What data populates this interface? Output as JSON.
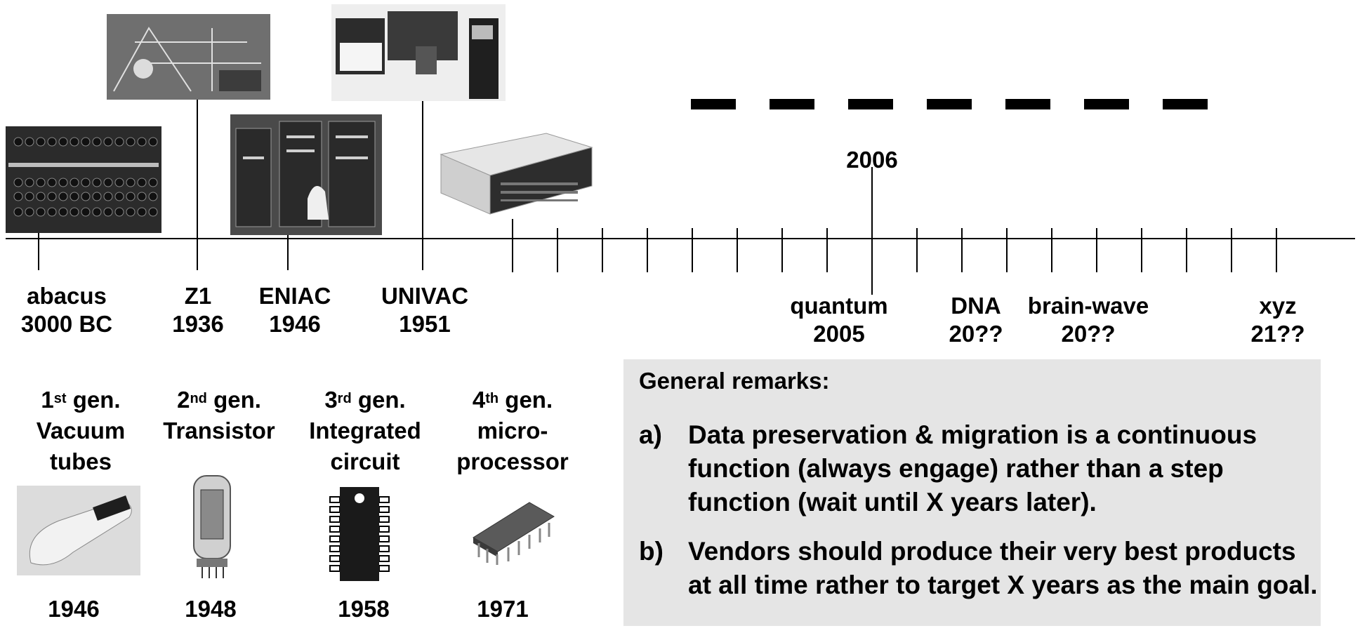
{
  "timeline": {
    "milestones": [
      {
        "name": "abacus",
        "year": "3000 BC"
      },
      {
        "name": "Z1",
        "year": "1936"
      },
      {
        "name": "ENIAC",
        "year": "1946"
      },
      {
        "name": "UNIVAC",
        "year": "1951"
      }
    ],
    "future": [
      {
        "name": "quantum",
        "year": "2005"
      },
      {
        "name": "DNA",
        "year": "20??"
      },
      {
        "name": "brain-wave",
        "year": "20??"
      },
      {
        "name": "xyz",
        "year": "21??"
      }
    ],
    "current_year": "2006"
  },
  "generations": [
    {
      "ord": "1",
      "sup": "st",
      "word": "gen.",
      "line2": "Vacuum",
      "line3": "tubes",
      "year": "1946"
    },
    {
      "ord": "2",
      "sup": "nd",
      "word": "gen.",
      "line2": "Transistor",
      "line3": "",
      "year": "1948"
    },
    {
      "ord": "3",
      "sup": "rd",
      "word": "gen.",
      "line2": "Integrated",
      "line3": "circuit",
      "year": "1958"
    },
    {
      "ord": "4",
      "sup": "th",
      "word": "gen.",
      "line2": "micro-",
      "line3": "processor",
      "year": "1971"
    }
  ],
  "remarks": {
    "heading": "General remarks:",
    "items": [
      {
        "marker": "a)",
        "text": "Data preservation & migration is a continuous function (always engage) rather than a step function (wait until X years later)."
      },
      {
        "marker": "b)",
        "text": "Vendors should produce their very best products at all time rather to target X years as the main goal."
      }
    ]
  },
  "icons": [
    "abacus-photo",
    "z1-photo",
    "eniac-photo",
    "univac-photo",
    "microcomputer-photo",
    "vacuum-tube-photo",
    "transistor-tube-photo",
    "ic-chip-icon",
    "microprocessor-photo"
  ]
}
